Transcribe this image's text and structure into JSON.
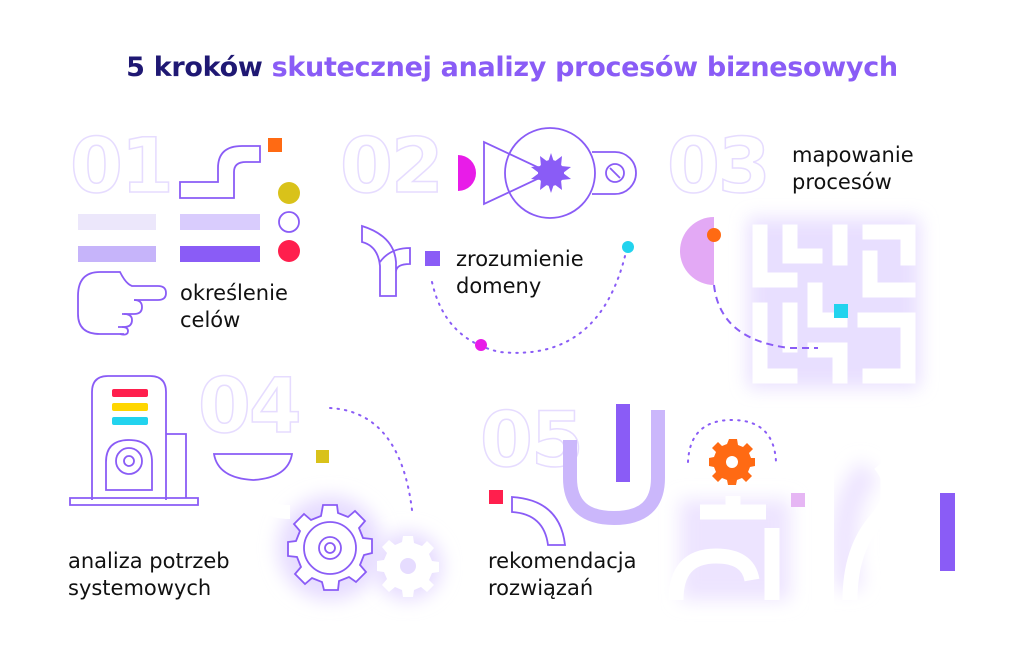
{
  "title": {
    "part1": "5 kroków",
    "part2": "skutecznej analizy procesów biznesowych"
  },
  "steps": [
    {
      "number": "01",
      "label_line1": "określenie",
      "label_line2": "celów"
    },
    {
      "number": "02",
      "label_line1": "zrozumienie",
      "label_line2": "domeny"
    },
    {
      "number": "03",
      "label_line1": "mapowanie",
      "label_line2": "procesów"
    },
    {
      "number": "04",
      "label_line1": "analiza potrzeb",
      "label_line2": "systemowych"
    },
    {
      "number": "05",
      "label_line1": "rekomendacja",
      "label_line2": "rozwiązań"
    }
  ],
  "colors": {
    "dark_navy": "#1f1873",
    "purple": "#8a5cf6",
    "light_purple": "#c8b6fb",
    "pale_purple": "#ede7ff",
    "magenta": "#e81ce8",
    "cyan": "#22d3ee",
    "red": "#ff1f4d",
    "orange": "#ff6a13",
    "yellow": "#ffd600",
    "olive": "#d9c21a"
  }
}
